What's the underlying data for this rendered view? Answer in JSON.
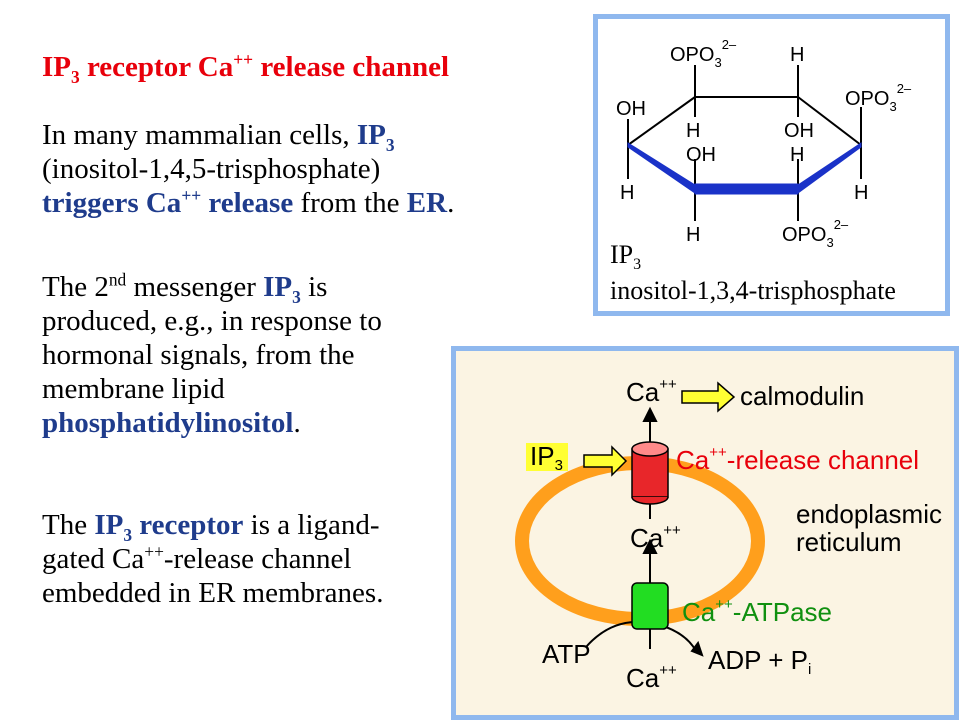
{
  "slide": {
    "title_main": "IP",
    "title_sub": "3",
    "title_rest": " receptor Ca",
    "title_sup": "++",
    "title_end": " release channel"
  },
  "para1": {
    "t1": "In many mammalian cells, ",
    "ip": "IP",
    "ip_sub": "3",
    "t2": "(inositol-1,4,5-trisphosphate)",
    "b1": "triggers Ca",
    "b1_sup": "++",
    "b2": " release",
    "t3": " from the ",
    "er": "ER",
    "t4": "."
  },
  "para2": {
    "t1": "The 2",
    "sup": "nd",
    "t2": " messenger ",
    "ip": "IP",
    "ip_sub": "3",
    "t3": " is produced, e.g., in response to hormonal signals, from the membrane lipid ",
    "lipid": "phosphatidylinositol",
    "t4": "."
  },
  "para3": {
    "t1": "The ",
    "ip": "IP",
    "ip_sub": "3",
    "rec": " receptor",
    "t2": " is a ligand-gated Ca",
    "sup": "++",
    "t3": "-release channel embedded in ER membranes."
  },
  "structure": {
    "opo3_top": "OPO",
    "opo3_sub": "3",
    "opo3_charge": "2–",
    "h": "H",
    "oh": "OH",
    "ip3_label": "IP",
    "ip3_sub": "3",
    "name": "inositol-1,3,4-trisphosphate"
  },
  "cell": {
    "ca": "Ca",
    "ca_sup": "++",
    "calmodulin": "calmodulin",
    "ip3": "IP",
    "ip3_sub": "3",
    "release_channel": "-release channel",
    "er1": "endoplasmic",
    "er2": "reticulum",
    "atpase": "-ATPase",
    "atp": "ATP",
    "adp": "ADP + P",
    "adp_sub": "i"
  },
  "colors": {
    "red": "#e8000b",
    "blue": "#1f3c8c",
    "panel_border": "#8fb8ee",
    "panel_fill": "#fbf4e3",
    "membrane": "#ff9f1c",
    "channel": "#e8262a",
    "atpase": "#22dd22",
    "arrow_fill": "#ffff33",
    "ring_bold": "#1a32c8"
  }
}
